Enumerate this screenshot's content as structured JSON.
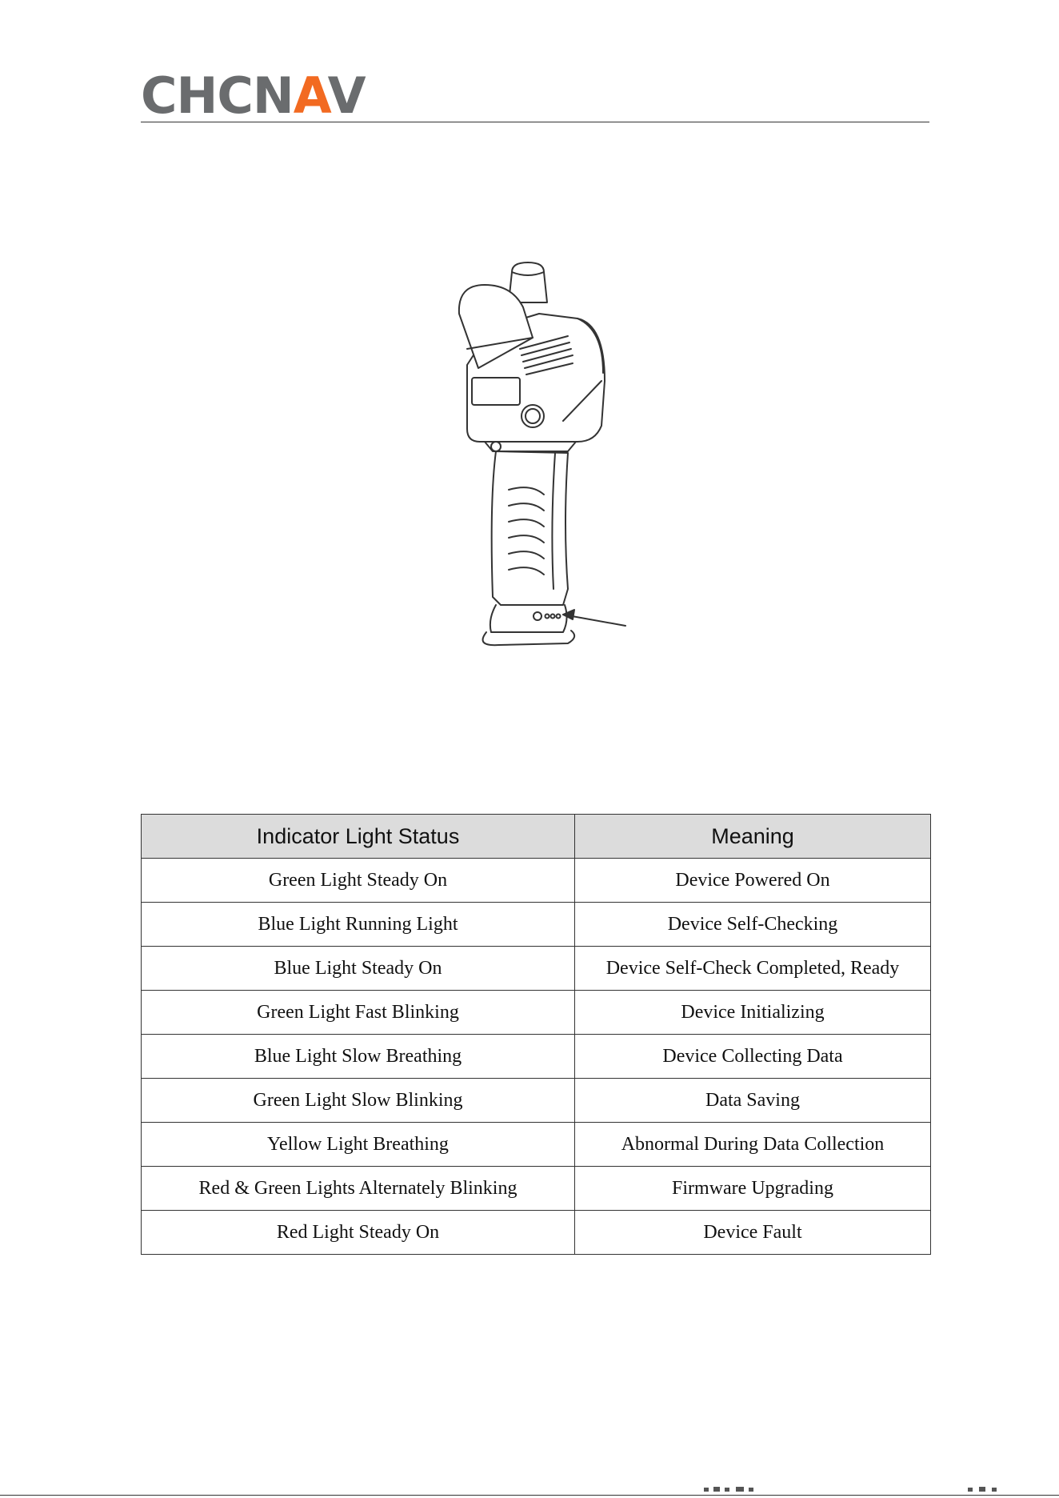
{
  "header": {
    "logo_main": "CHCN",
    "logo_accent": "A",
    "logo_end": "V"
  },
  "figure": {
    "icon": "handheld-laser-scanner-illustration"
  },
  "table": {
    "headers": [
      "Indicator Light Status",
      "Meaning"
    ],
    "rows": [
      [
        "Green Light Steady On",
        "Device Powered On"
      ],
      [
        "Blue Light Running Light",
        "Device Self-Checking"
      ],
      [
        "Blue Light Steady On",
        "Device Self-Check Completed, Ready"
      ],
      [
        "Green Light Fast Blinking",
        "Device Initializing"
      ],
      [
        "Blue Light Slow Breathing",
        "Device Collecting Data"
      ],
      [
        "Green Light Slow Blinking",
        "Data Saving"
      ],
      [
        "Yellow Light Breathing",
        "Abnormal During Data Collection"
      ],
      [
        "Red & Green Lights Alternately Blinking",
        "Firmware Upgrading"
      ],
      [
        "Red Light Steady On",
        "Device Fault"
      ]
    ]
  },
  "colors": {
    "logo_gray": "#6a6c6e",
    "logo_orange": "#f26a21",
    "header_fill": "#dcdcdc"
  }
}
